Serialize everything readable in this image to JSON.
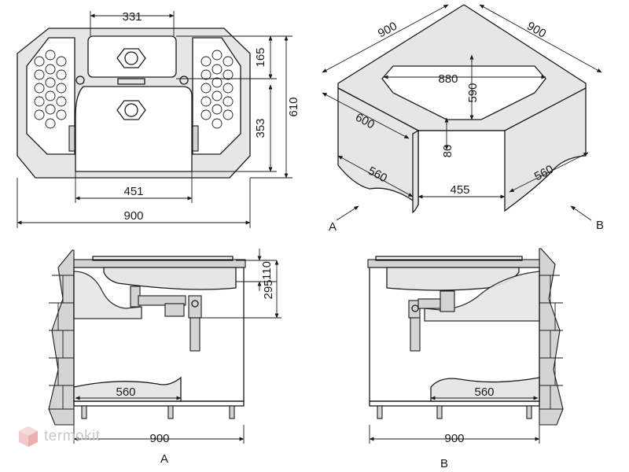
{
  "top_view": {
    "dims": {
      "bowl_top_width": "331",
      "top_depth": "165",
      "total_depth": "610",
      "bowl_depth": "353",
      "bowl_width": "451",
      "total_width": "900"
    }
  },
  "iso_view": {
    "dims": {
      "side_left": "900",
      "side_right": "900",
      "bowl_width": "880",
      "bowl_depth": "590",
      "front_depth": "600",
      "height": "80",
      "cab_left": "560",
      "cab_mid": "455",
      "cab_right": "560"
    },
    "arrows": {
      "left": "A",
      "right": "B"
    }
  },
  "section_a": {
    "dims": {
      "upper": "110",
      "lower": "295",
      "cabinet": "560",
      "width": "900"
    },
    "label": "A"
  },
  "section_b": {
    "dims": {
      "cabinet": "560",
      "width": "900"
    },
    "label": "B"
  },
  "watermark": {
    "text": "termokit",
    "color": "#d9d9d9"
  }
}
